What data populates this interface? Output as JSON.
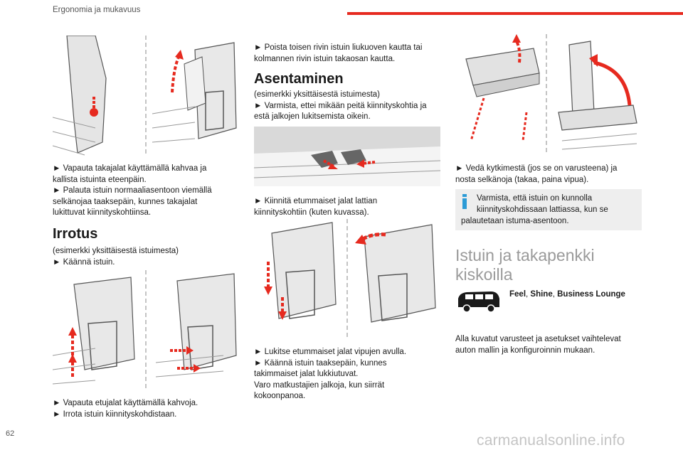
{
  "header": {
    "section": "Ergonomia ja mukavuus",
    "accent_color": "#e62a1f"
  },
  "page_number": "62",
  "watermark": "carmanualsonline.info",
  "col1": {
    "p1_line1": "► Vapauta takajalat käyttämällä kahvaa ja",
    "p1_line2": "kallista istuinta eteenpäin.",
    "p1_line3": "► Palauta istuin normaaliasentoon viemällä",
    "p1_line4": "selkänojaa taaksepäin, kunnes takajalat",
    "p1_line5": "lukittuvat kiinnityskohtiinsa.",
    "heading": "Irrotus",
    "p2_line1": "(esimerkki yksittäisestä istuimesta)",
    "p2_line2": "► Käännä istuin.",
    "p3_line1": "► Vapauta etujalat käyttämällä kahvoja.",
    "p3_line2": "► Irrota istuin kiinnityskohdistaan."
  },
  "col2": {
    "p1_line1": "► Poista toisen rivin istuin liukuoven kautta tai",
    "p1_line2": "kolmannen rivin istuin takaosan kautta.",
    "heading": "Asentaminen",
    "p2_line1": "(esimerkki yksittäisestä istuimesta)",
    "p2_line2": "► Varmista, ettei mikään peitä kiinnityskohtia ja",
    "p2_line3": "estä jalkojen lukitsemista oikein.",
    "p3_line1": "► Kiinnitä etummaiset jalat lattian",
    "p3_line2": "kiinnityskohtiin (kuten kuvassa).",
    "p4_line1": "► Lukitse etummaiset jalat vipujen avulla.",
    "p4_line2": "► Käännä istuin taaksepäin, kunnes",
    "p4_line3": "takimmaiset jalat lukkiutuvat.",
    "p4_line4": "Varo matkustajien jalkoja, kun siirrät",
    "p4_line5": "kokoonpanoa."
  },
  "col3": {
    "p1_line1": "► Vedä kytkimestä (jos se on varusteena) ja",
    "p1_line2": "nosta selkänoja (takaa, paina vipua).",
    "note_line1": "Varmista, että istuin on kunnolla",
    "note_line2": "kiinnityskohdissaan lattiassa, kun se",
    "note_line3": "palautetaan istuma-asentoon.",
    "heading_line1": "Istuin ja takapenkki",
    "heading_line2": "kiskoilla",
    "trim_a": "Feel",
    "trim_sep1": ", ",
    "trim_b": "Shine",
    "trim_sep2": ", ",
    "trim_c": "Business Lounge",
    "p2_line1": "Alla kuvatut varusteet ja asetukset vaihtelevat",
    "p2_line2": "auton mallin ja konfiguroinnin mukaan."
  },
  "icons": {
    "info": "info-icon",
    "van": "van-icon",
    "arrow": "red-arrow-icon"
  }
}
